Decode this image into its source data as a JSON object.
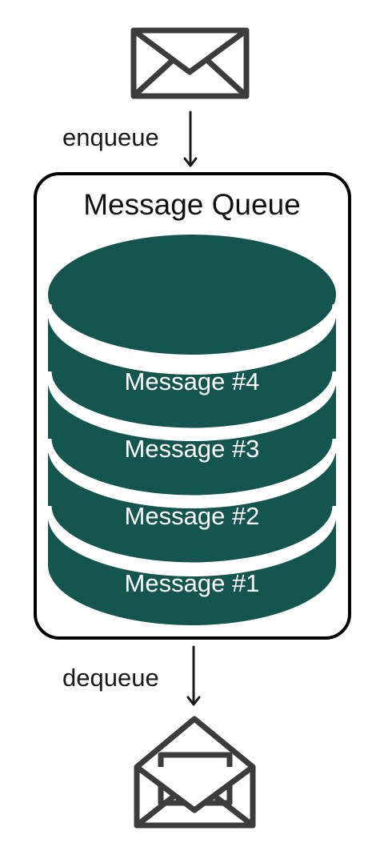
{
  "diagram": {
    "enqueue_label": "enqueue",
    "dequeue_label": "dequeue",
    "queue_title": "Message Queue",
    "messages": [
      "Message #4",
      "Message #3",
      "Message #2",
      "Message #1"
    ],
    "icons": {
      "incoming": "closed-envelope-icon",
      "outgoing": "open-envelope-icon"
    },
    "colors": {
      "cylinder_fill": "#145550",
      "stroke": "#3c3c3c",
      "text_on_cylinder": "#ffffff",
      "background": "#ffffff"
    }
  }
}
